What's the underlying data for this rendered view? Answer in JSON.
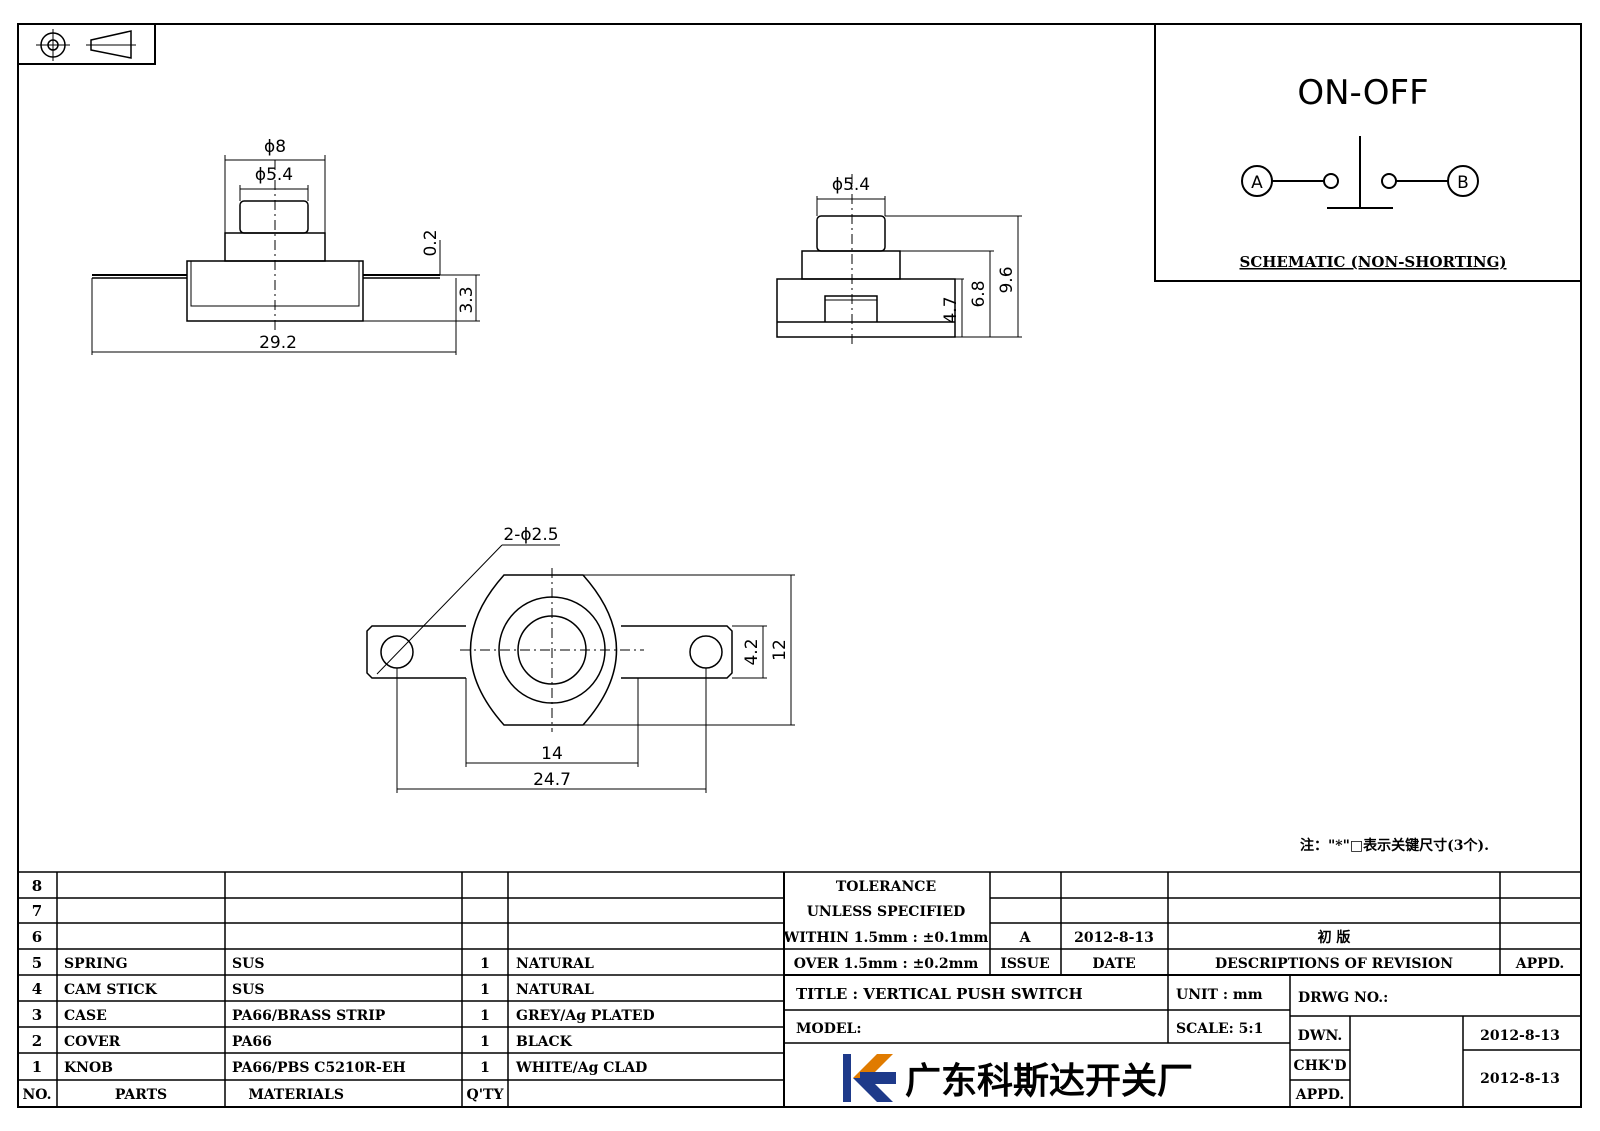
{
  "schematic": {
    "title": "ON-OFF",
    "terminal_a": "A",
    "terminal_b": "B",
    "caption": "SCHEMATIC (NON-SHORTING)"
  },
  "dimensions": {
    "side_phi8": "ϕ8",
    "side_phi54": "ϕ5.4",
    "side_02": "0.2",
    "side_33": "3.3",
    "side_292": "29.2",
    "front_phi54": "ϕ5.4",
    "front_47": "4.7",
    "front_68": "6.8",
    "front_96": "9.6",
    "bottom_holes": "2-ϕ2.5",
    "bottom_42": "4.2",
    "bottom_12": "12",
    "bottom_14": "14",
    "bottom_247": "24.7"
  },
  "note": "注：\"*\"□表示关键尺寸(3个).",
  "bom": {
    "rows": [
      {
        "no": "8",
        "part": "",
        "material": "",
        "qty": "",
        "finish": ""
      },
      {
        "no": "7",
        "part": "",
        "material": "",
        "qty": "",
        "finish": ""
      },
      {
        "no": "6",
        "part": "",
        "material": "",
        "qty": "",
        "finish": ""
      },
      {
        "no": "5",
        "part": "SPRING",
        "material": "SUS",
        "qty": "1",
        "finish": "NATURAL"
      },
      {
        "no": "4",
        "part": "CAM STICK",
        "material": "SUS",
        "qty": "1",
        "finish": "NATURAL"
      },
      {
        "no": "3",
        "part": "CASE",
        "material": "PA66/BRASS STRIP",
        "qty": "1",
        "finish": "GREY/Ag PLATED"
      },
      {
        "no": "2",
        "part": "COVER",
        "material": "PA66",
        "qty": "1",
        "finish": "BLACK"
      },
      {
        "no": "1",
        "part": "KNOB",
        "material": "PA66/PBS C5210R-EH",
        "qty": "1",
        "finish": "WHITE/Ag CLAD"
      }
    ],
    "header": {
      "no": "NO.",
      "parts": "PARTS",
      "materials": "MATERIALS",
      "qty": "Q'TY"
    }
  },
  "revision": {
    "tol_1": "TOLERANCE",
    "tol_2": "UNLESS SPECIFIED",
    "tol_3": "WITHIN 1.5mm : ±0.1mm",
    "tol_4": "OVER 1.5mm : ±0.2mm",
    "issue_value": "A",
    "date_value": "2012-8-13",
    "desc_value": "初 版",
    "issue_label": "ISSUE",
    "date_label": "DATE",
    "desc_label": "DESCRIPTIONS OF REVISION",
    "appd_label": "APPD."
  },
  "titleblock": {
    "title": "TITLE : VERTICAL PUSH SWITCH",
    "unit": "UNIT : mm",
    "drwg_no": "DRWG NO.:",
    "model": "MODEL:",
    "scale": "SCALE: 5:1",
    "dwn_label": "DWN.",
    "dwn_date": "2012-8-13",
    "chkd_label": "CHK'D",
    "chkd_date": "2012-8-13",
    "appd_label": "APPD.",
    "company": "广东科斯达开关厂"
  },
  "colors": {
    "line": "#000000",
    "logo_blue": "#1e3a8a",
    "logo_orange": "#e07b00"
  }
}
